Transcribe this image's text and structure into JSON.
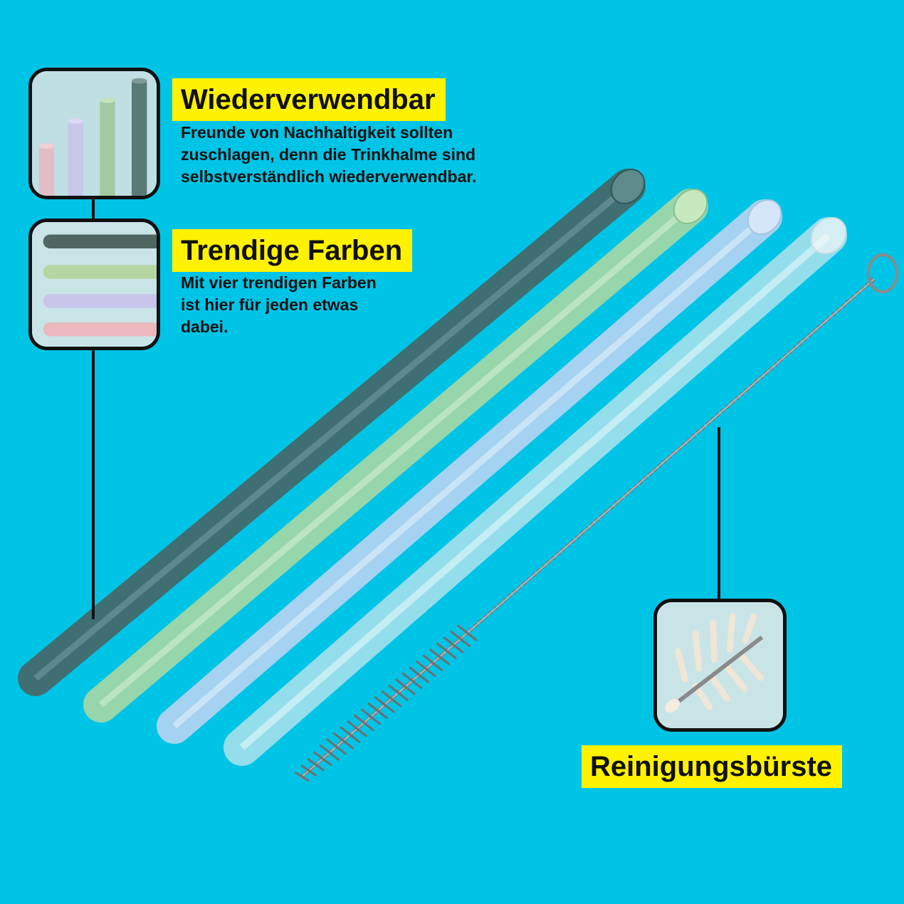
{
  "background_color": "#00c4e6",
  "highlight_color": "#fff200",
  "features": [
    {
      "title": "Wiederverwendbar",
      "description": "Freunde von Nachhaltigkeit sollten\nzuschlagen, denn die Trinkhalme sind\nselbstverständlich wiederverwendbar.",
      "icon": "standing-straws-thumbnail"
    },
    {
      "title": "Trendige Farben",
      "description": "Mit vier trendigen Farben\nist hier für jeden etwas\ndabei.",
      "icon": "colored-straws-thumbnail"
    },
    {
      "title": "Reinigungsbürste",
      "icon": "brush-closeup-thumbnail"
    }
  ],
  "straw_colors": [
    "#3f6f72",
    "#9fd7a8",
    "#b8d4f2",
    "#e4ecef"
  ],
  "brush_color": "#6e6e6e"
}
